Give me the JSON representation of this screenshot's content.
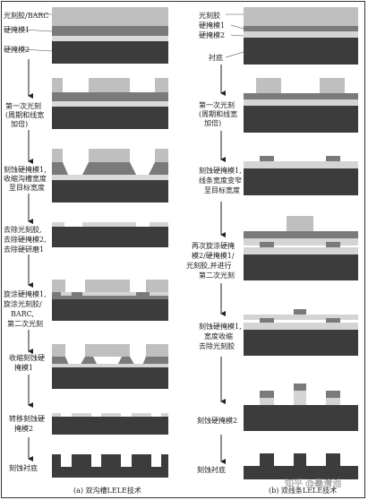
{
  "left": {
    "top_labels": [
      "光刻胶/BARC",
      "硬掩模1",
      "硬掩模2"
    ],
    "step_labels": [
      [
        "第一次光刻",
        "(周期和线宽",
        "加倍)"
      ],
      [
        "刻蚀硬掩模1,",
        "收缩沟槽宽度",
        "至目标宽度"
      ],
      [
        "去除光刻胶,",
        "去除硬掩模2,",
        "去除硬研磨1"
      ],
      [
        "旋涂硬掩模1,",
        "旋涂光刻胶/",
        "BARC,",
        "第二次光刻"
      ],
      [
        "收缩刻蚀硬",
        "掩模1"
      ],
      [
        "转移刻蚀硬",
        "掩模2"
      ],
      [
        "刻蚀衬底"
      ]
    ],
    "caption": "(a) 双沟槽LELE技术"
  },
  "right": {
    "top_labels": [
      "光刻胶",
      "硬掩模1",
      "硬掩模2",
      "衬底"
    ],
    "step_labels": [
      [
        "第一次光刻",
        "(周期和线宽",
        "加倍)"
      ],
      [
        "刻蚀硬掩模1,",
        "线条宽度变窄",
        "至目标宽度"
      ],
      [
        "再次旋涂硬掩",
        "模2/硬掩模1/",
        "光刻胶,并进行",
        "第二次光刻"
      ],
      [
        "刻蚀硬掩模1,",
        "宽度收缩",
        "去除光刻胶"
      ],
      [
        "刻蚀硬掩模2"
      ],
      [
        "刻蚀衬底"
      ]
    ],
    "caption": "(b) 双线条LELE技术"
  },
  "watermark": "知乎 @墨清池"
}
